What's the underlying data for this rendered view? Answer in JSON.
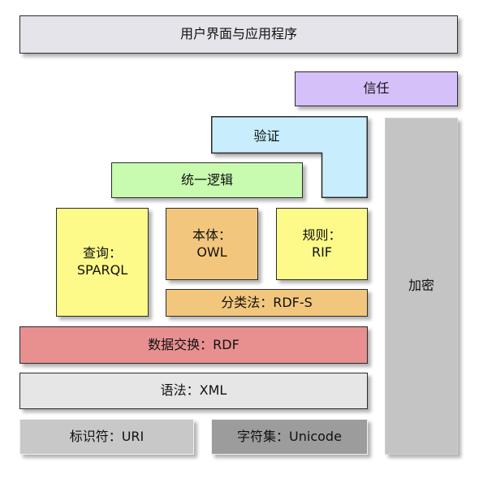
{
  "diagram": {
    "layers": {
      "user_interface": "用户界面与应用程序",
      "trust": "信任",
      "crypto": "加密",
      "proof": "验证",
      "unifying_logic": "统一逻辑",
      "query": "查询：\nSPARQL",
      "ontology": "本体：\nOWL",
      "rules": "规则：\nRIF",
      "rdfs": "分类法：RDF-S",
      "rdf": "数据交换：RDF",
      "syntax": "语法：XML",
      "identifiers": "标识符：URI",
      "charset": "字符集：Unicode"
    },
    "colors": {
      "user_interface": "#e4e4ea",
      "trust": "#d6c0fa",
      "crypto": "#c4c4c4",
      "proof": "#c8eefd",
      "unifying_logic": "#c8fab0",
      "query": "#fdfa8a",
      "ontology": "#f2c77d",
      "rules": "#fdfa8a",
      "rdfs": "#f2c77d",
      "rdf": "#e89090",
      "syntax": "#e6e6e6",
      "identifiers": "#c8c8c8",
      "charset": "#9c9c9c"
    }
  }
}
